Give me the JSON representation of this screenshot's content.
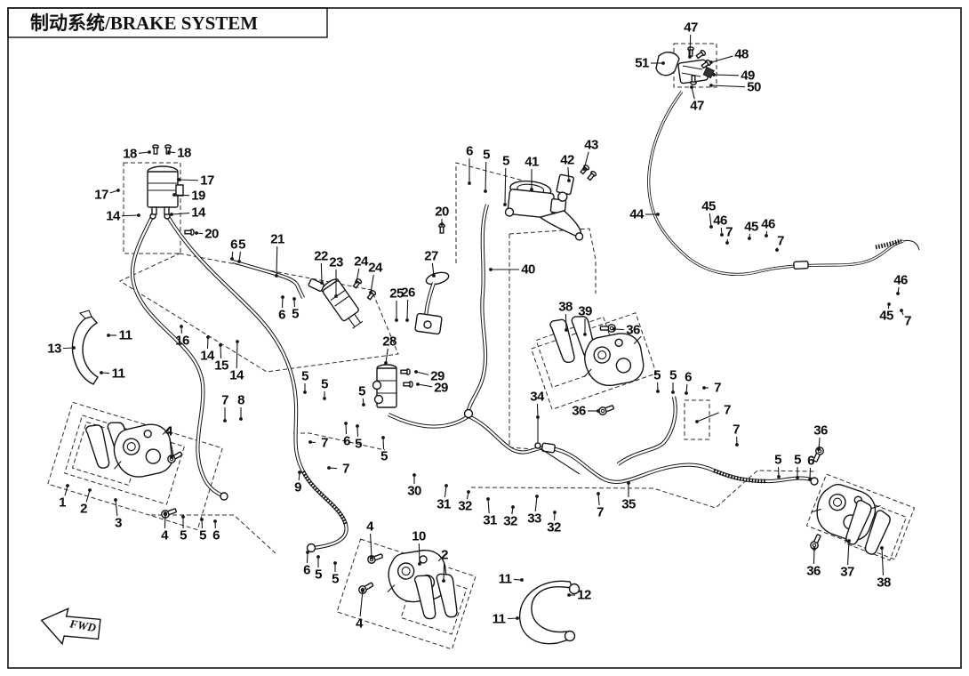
{
  "title": "制动系统/BRAKE SYSTEM",
  "fwd_label": "FWD",
  "callouts": [
    [
      "47",
      777,
      31,
      776,
      64
    ],
    [
      "51",
      722,
      71,
      746,
      71
    ],
    [
      "48",
      834,
      61,
      800,
      70
    ],
    [
      "49",
      841,
      85,
      803,
      84
    ],
    [
      "50",
      848,
      98,
      800,
      96
    ],
    [
      "47",
      784,
      119,
      778,
      98
    ],
    [
      "44",
      716,
      241,
      740,
      241
    ],
    [
      "45",
      797,
      232,
      800,
      255
    ],
    [
      "46",
      810,
      248,
      812,
      264
    ],
    [
      "7",
      820,
      261,
      818,
      273
    ],
    [
      "45",
      845,
      255,
      843,
      268
    ],
    [
      "46",
      864,
      252,
      862,
      265
    ],
    [
      "7",
      878,
      271,
      874,
      281
    ],
    [
      "46",
      1013,
      315,
      1010,
      330
    ],
    [
      "45",
      997,
      355,
      1000,
      342
    ],
    [
      "7",
      1021,
      361,
      1014,
      349
    ],
    [
      "6",
      528,
      170,
      528,
      206
    ],
    [
      "5",
      547,
      174,
      546,
      215
    ],
    [
      "5",
      569,
      181,
      568,
      230
    ],
    [
      "41",
      598,
      182,
      598,
      213
    ],
    [
      "42",
      638,
      180,
      640,
      203
    ],
    [
      "43",
      665,
      163,
      657,
      190
    ],
    [
      "20",
      497,
      238,
      497,
      252
    ],
    [
      "40",
      594,
      303,
      552,
      303
    ],
    [
      "18",
      146,
      173,
      168,
      171
    ],
    [
      "18",
      207,
      172,
      190,
      171
    ],
    [
      "17",
      233,
      203,
      201,
      202
    ],
    [
      "17",
      114,
      219,
      133,
      214
    ],
    [
      "19",
      223,
      220,
      196,
      219
    ],
    [
      "14",
      127,
      243,
      156,
      242
    ],
    [
      "14",
      223,
      239,
      193,
      241
    ],
    [
      "20",
      238,
      263,
      221,
      262
    ],
    [
      "6",
      263,
      275,
      261,
      291
    ],
    [
      "5",
      272,
      275,
      269,
      294
    ],
    [
      "21",
      312,
      269,
      311,
      310
    ],
    [
      "22",
      361,
      288,
      362,
      318
    ],
    [
      "23",
      378,
      295,
      378,
      333
    ],
    [
      "24",
      406,
      294,
      401,
      317
    ],
    [
      "24",
      422,
      301,
      417,
      329
    ],
    [
      "27",
      485,
      288,
      488,
      310
    ],
    [
      "25",
      446,
      330,
      446,
      360
    ],
    [
      "26",
      459,
      329,
      458,
      360
    ],
    [
      "6",
      317,
      354,
      318,
      334
    ],
    [
      "5",
      332,
      353,
      331,
      336
    ],
    [
      "28",
      438,
      384,
      434,
      408
    ],
    [
      "29",
      492,
      423,
      468,
      418
    ],
    [
      "29",
      496,
      436,
      470,
      432
    ],
    [
      "13",
      61,
      392,
      83,
      391
    ],
    [
      "11",
      141,
      377,
      122,
      377
    ],
    [
      "11",
      133,
      420,
      114,
      419
    ],
    [
      "16",
      205,
      383,
      204,
      367
    ],
    [
      "14",
      233,
      400,
      234,
      379
    ],
    [
      "15",
      249,
      411,
      248,
      388
    ],
    [
      "14",
      266,
      422,
      267,
      384
    ],
    [
      "7",
      253,
      450,
      253,
      473
    ],
    [
      "8",
      271,
      450,
      271,
      471
    ],
    [
      "4",
      190,
      485,
      193,
      514
    ],
    [
      "1",
      70,
      565,
      76,
      546
    ],
    [
      "2",
      94,
      572,
      101,
      551
    ],
    [
      "3",
      133,
      588,
      130,
      562
    ],
    [
      "4",
      185,
      602,
      186,
      577
    ],
    [
      "5",
      206,
      602,
      206,
      581
    ],
    [
      "5",
      228,
      602,
      227,
      584
    ],
    [
      "6",
      243,
      602,
      242,
      586
    ],
    [
      "5",
      343,
      423,
      343,
      441
    ],
    [
      "5",
      365,
      432,
      365,
      448
    ],
    [
      "5",
      407,
      440,
      409,
      455
    ],
    [
      "7",
      365,
      498,
      349,
      497
    ],
    [
      "6",
      390,
      496,
      389,
      476
    ],
    [
      "5",
      403,
      499,
      402,
      479
    ],
    [
      "5",
      432,
      513,
      431,
      492
    ],
    [
      "7",
      389,
      527,
      370,
      526
    ],
    [
      "9",
      335,
      548,
      337,
      531
    ],
    [
      "30",
      466,
      552,
      466,
      534
    ],
    [
      "31",
      499,
      567,
      502,
      546
    ],
    [
      "32",
      523,
      569,
      527,
      553
    ],
    [
      "31",
      551,
      585,
      549,
      561
    ],
    [
      "32",
      574,
      586,
      577,
      570
    ],
    [
      "33",
      601,
      583,
      604,
      558
    ],
    [
      "32",
      623,
      593,
      624,
      576
    ],
    [
      "7",
      675,
      576,
      673,
      555
    ],
    [
      "35",
      707,
      567,
      707,
      543
    ],
    [
      "38",
      636,
      345,
      637,
      371
    ],
    [
      "39",
      658,
      350,
      658,
      376
    ],
    [
      "36",
      712,
      371,
      691,
      370
    ],
    [
      "36",
      651,
      462,
      673,
      462
    ],
    [
      "34",
      604,
      446,
      605,
      469
    ],
    [
      "5",
      739,
      422,
      740,
      440
    ],
    [
      "5",
      757,
      422,
      757,
      441
    ],
    [
      "6",
      774,
      424,
      772,
      442
    ],
    [
      "7",
      807,
      436,
      792,
      436
    ],
    [
      "7",
      818,
      461,
      784,
      474
    ],
    [
      "7",
      828,
      483,
      829,
      500
    ],
    [
      "36",
      923,
      484,
      921,
      505
    ],
    [
      "5",
      875,
      517,
      876,
      536
    ],
    [
      "5",
      897,
      517,
      897,
      537
    ],
    [
      "6",
      912,
      518,
      911,
      539
    ],
    [
      "36",
      915,
      642,
      916,
      617
    ],
    [
      "37",
      953,
      643,
      955,
      608
    ],
    [
      "38",
      994,
      655,
      992,
      616
    ],
    [
      "4",
      416,
      592,
      418,
      627
    ],
    [
      "10",
      471,
      603,
      472,
      634
    ],
    [
      "2",
      500,
      624,
      499,
      653
    ],
    [
      "6",
      345,
      641,
      346,
      621
    ],
    [
      "5",
      358,
      646,
      358,
      626
    ],
    [
      "5",
      377,
      651,
      377,
      633
    ],
    [
      "4",
      404,
      701,
      408,
      664
    ],
    [
      "11",
      568,
      651,
      587,
      652
    ],
    [
      "12",
      657,
      669,
      640,
      669
    ],
    [
      "11",
      561,
      696,
      582,
      695
    ]
  ]
}
